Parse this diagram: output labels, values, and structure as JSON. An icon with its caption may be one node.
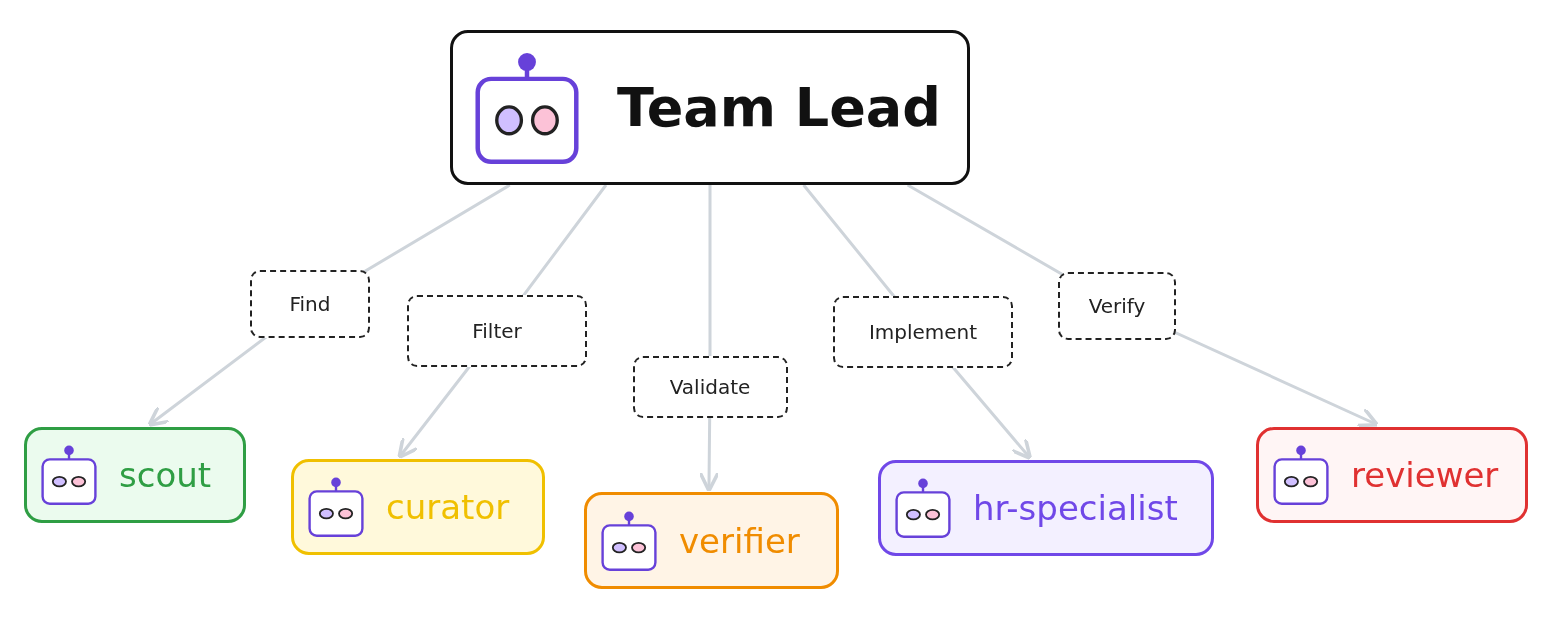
{
  "diagram": {
    "nodes": [
      {
        "text": [
          "Team Lead"
        ]
      },
      {
        "text": [
          "scout"
        ]
      },
      {
        "text": [
          "curator"
        ]
      },
      {
        "text": [
          "verifier"
        ]
      },
      {
        "text": [
          "hr-specialist"
        ]
      },
      {
        "text": [
          "reviewer"
        ]
      }
    ],
    "edges": [
      {
        "from": 0,
        "to": 1,
        "arrow": "to",
        "label": "Find"
      },
      {
        "from": 0,
        "to": 2,
        "arrow": "to",
        "label": "Filter"
      },
      {
        "from": 0,
        "to": 3,
        "arrow": "to",
        "label": "Validate"
      },
      {
        "from": 0,
        "to": 4,
        "arrow": "to",
        "label": "Implement"
      },
      {
        "from": 0,
        "to": 5,
        "arrow": "to",
        "label": "Verify"
      }
    ]
  }
}
